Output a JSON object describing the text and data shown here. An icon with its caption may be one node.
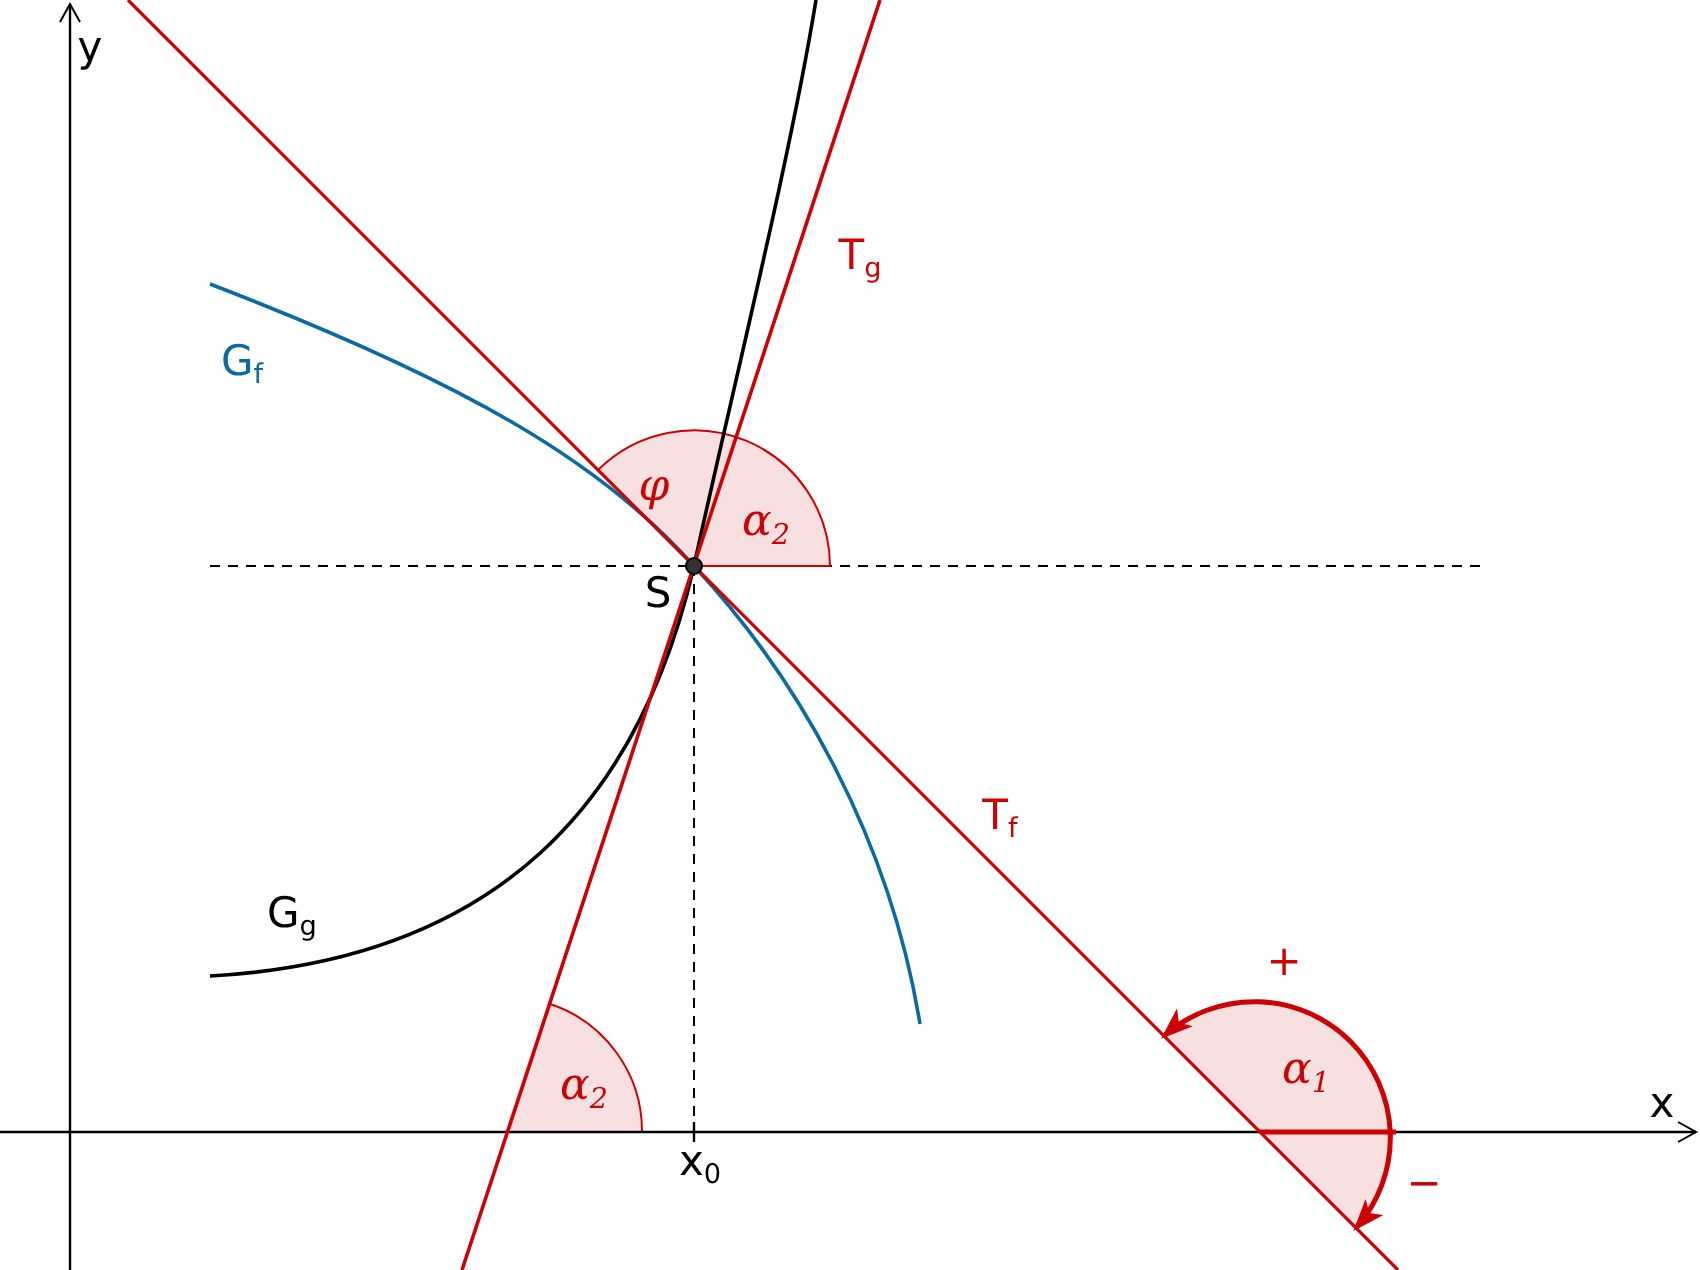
{
  "diagram": {
    "labels": [
      "y",
      "x",
      "G$_{f}$",
      "G$_{g}$",
      "T$_{g}$",
      "T$_{f}$",
      "S",
      "x$_{0}$",
      "φ",
      "α$_{2}$",
      "α$_{2}$",
      "α$_{1}$",
      "+",
      "−"
    ]
  }
}
